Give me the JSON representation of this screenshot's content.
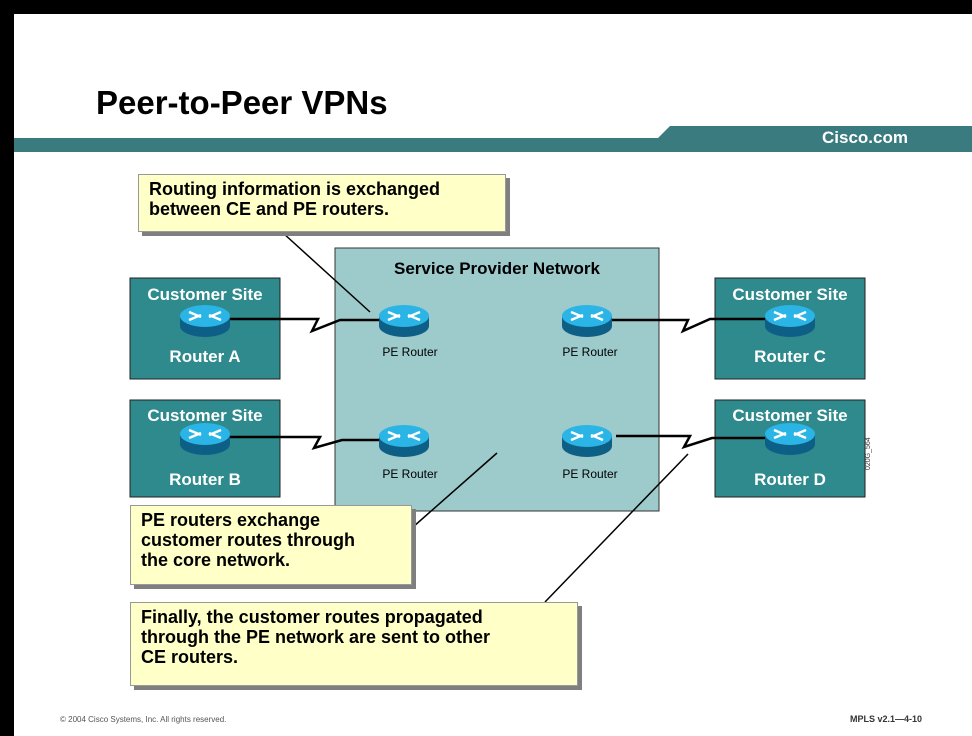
{
  "slide": {
    "title": "Peer-to-Peer VPNs",
    "brand": "Cisco.com",
    "footer_left": "© 2004 Cisco Systems, Inc. All rights reserved.",
    "footer_right": "MPLS v2.1—4-10",
    "side_code": "020G_564"
  },
  "network": {
    "title": "Service Provider Network",
    "pe_routers": [
      {
        "label": "PE Router"
      },
      {
        "label": "PE Router"
      },
      {
        "label": "PE Router"
      },
      {
        "label": "PE Router"
      }
    ]
  },
  "sites": [
    {
      "title": "Customer Site",
      "router": "Router A"
    },
    {
      "title": "Customer Site",
      "router": "Router B"
    },
    {
      "title": "Customer Site",
      "router": "Router C"
    },
    {
      "title": "Customer Site",
      "router": "Router D"
    }
  ],
  "callouts": [
    {
      "text": "Routing information is exchanged\nbetween CE and PE routers."
    },
    {
      "text": "PE routers exchange\ncustomer routes through\nthe core network."
    },
    {
      "text": "Finally, the customer routes propagated\nthrough the PE network are sent to other\nCE routers."
    }
  ],
  "colors": {
    "sp_network": "#9dcbcc",
    "customer_site": "#2e8a8c",
    "callout_bg": "#ffffc8",
    "brand_bar": "#3a7b80",
    "router_body": "#2bb4e6"
  }
}
